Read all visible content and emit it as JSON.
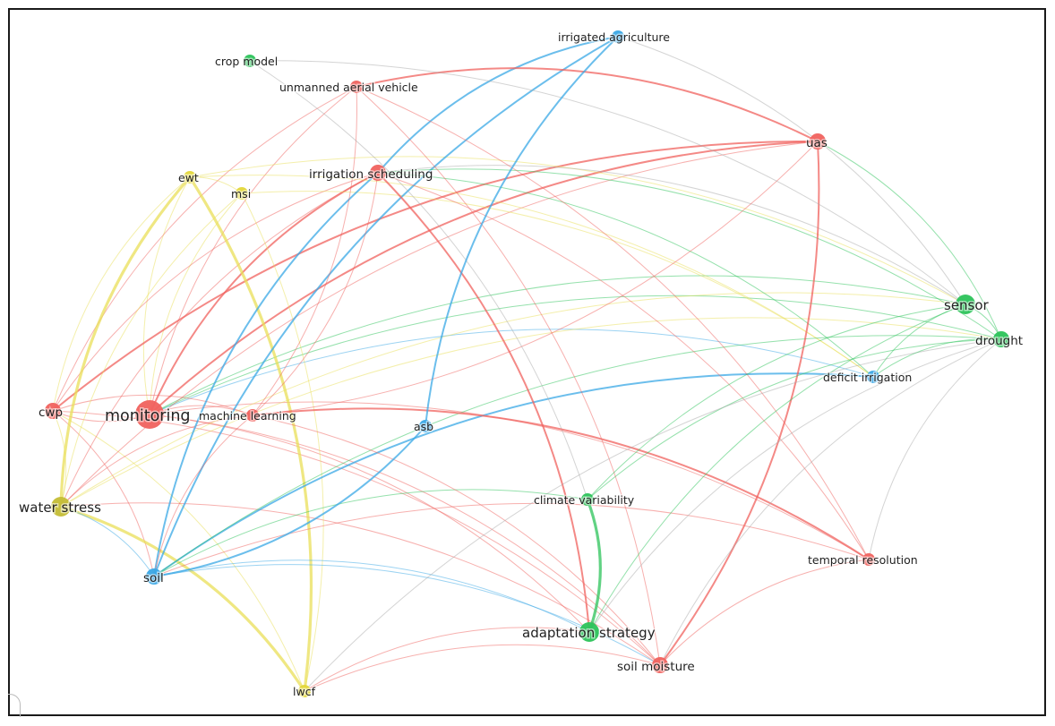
{
  "colors": {
    "red": "#f0625e",
    "green": "#2cc35a",
    "blue": "#3aa8e6",
    "yellow": "#e3d73a",
    "olive": "#c4bd35"
  },
  "nodes": [
    {
      "id": "irrigated-agriculture",
      "label": "irrigated agriculture",
      "cluster": "blue",
      "weight": 1
    },
    {
      "id": "crop-model",
      "label": "crop model",
      "cluster": "green",
      "weight": 1
    },
    {
      "id": "unmanned-aerial-vehicle",
      "label": "unmanned aerial vehicle",
      "cluster": "red",
      "weight": 1
    },
    {
      "id": "uas",
      "label": "uas",
      "cluster": "red",
      "weight": 2
    },
    {
      "id": "irrigation-scheduling",
      "label": "irrigation scheduling",
      "cluster": "red",
      "weight": 2
    },
    {
      "id": "ewt",
      "label": "ewt",
      "cluster": "yellow",
      "weight": 1
    },
    {
      "id": "msi",
      "label": "msi",
      "cluster": "yellow",
      "weight": 1
    },
    {
      "id": "sensor",
      "label": "sensor",
      "cluster": "green",
      "weight": 3
    },
    {
      "id": "drought",
      "label": "drought",
      "cluster": "green",
      "weight": 2
    },
    {
      "id": "deficit-irrigation",
      "label": "deficit irrigation",
      "cluster": "blue",
      "weight": 1
    },
    {
      "id": "cwp",
      "label": "cwp",
      "cluster": "red",
      "weight": 2
    },
    {
      "id": "monitoring",
      "label": "monitoring",
      "cluster": "red",
      "weight": 5
    },
    {
      "id": "machine-learning",
      "label": "machine learning",
      "cluster": "red",
      "weight": 1
    },
    {
      "id": "asb",
      "label": "asb",
      "cluster": "blue",
      "weight": 1
    },
    {
      "id": "climate-variability",
      "label": "climate variability",
      "cluster": "green",
      "weight": 1
    },
    {
      "id": "water-stress",
      "label": "water stress",
      "cluster": "olive",
      "weight": 3
    },
    {
      "id": "soil",
      "label": "soil",
      "cluster": "blue",
      "weight": 2
    },
    {
      "id": "temporal-resolution",
      "label": "temporal resolution",
      "cluster": "red",
      "weight": 1
    },
    {
      "id": "adaptation-strategy",
      "label": "adaptation strategy",
      "cluster": "green",
      "weight": 3
    },
    {
      "id": "soil-moisture",
      "label": "soil moisture",
      "cluster": "red",
      "weight": 2
    },
    {
      "id": "lwcf",
      "label": "lwcf",
      "cluster": "yellow",
      "weight": 1
    }
  ],
  "edges": [
    [
      "monitoring",
      "irrigation-scheduling",
      "red",
      2
    ],
    [
      "monitoring",
      "uas",
      "red",
      2
    ],
    [
      "monitoring",
      "unmanned-aerial-vehicle",
      "red",
      1
    ],
    [
      "monitoring",
      "machine-learning",
      "red",
      1
    ],
    [
      "monitoring",
      "soil-moisture",
      "red",
      1
    ],
    [
      "monitoring",
      "temporal-resolution",
      "red",
      1
    ],
    [
      "monitoring",
      "cwp",
      "red",
      1
    ],
    [
      "monitoring",
      "ewt",
      "yellow",
      1
    ],
    [
      "monitoring",
      "msi",
      "yellow",
      1
    ],
    [
      "monitoring",
      "sensor",
      "green",
      1
    ],
    [
      "monitoring",
      "drought",
      "green",
      1
    ],
    [
      "monitoring",
      "deficit-irrigation",
      "blue",
      1
    ],
    [
      "monitoring",
      "adaptation-strategy",
      "red",
      1
    ],
    [
      "cwp",
      "irrigation-scheduling",
      "red",
      1
    ],
    [
      "cwp",
      "uas",
      "red",
      2
    ],
    [
      "cwp",
      "unmanned-aerial-vehicle",
      "red",
      1
    ],
    [
      "cwp",
      "ewt",
      "yellow",
      1
    ],
    [
      "cwp",
      "lwcf",
      "yellow",
      1
    ],
    [
      "cwp",
      "soil",
      "red",
      1
    ],
    [
      "cwp",
      "soil-moisture",
      "red",
      1
    ],
    [
      "cwp",
      "water-stress",
      "yellow",
      1
    ],
    [
      "cwp",
      "machine-learning",
      "red",
      1
    ],
    [
      "water-stress",
      "ewt",
      "yellow",
      3
    ],
    [
      "water-stress",
      "msi",
      "yellow",
      1
    ],
    [
      "water-stress",
      "lwcf",
      "yellow",
      3
    ],
    [
      "water-stress",
      "irrigation-scheduling",
      "red",
      1
    ],
    [
      "water-stress",
      "uas",
      "red",
      1
    ],
    [
      "water-stress",
      "drought",
      "yellow",
      1
    ],
    [
      "water-stress",
      "soil-moisture",
      "red",
      1
    ],
    [
      "water-stress",
      "machine-learning",
      "red",
      1
    ],
    [
      "water-stress",
      "soil",
      "blue",
      1
    ],
    [
      "water-stress",
      "sensor",
      "yellow",
      1
    ],
    [
      "ewt",
      "lwcf",
      "yellow",
      3
    ],
    [
      "ewt",
      "msi",
      "yellow",
      1
    ],
    [
      "ewt",
      "deficit-irrigation",
      "yellow",
      1
    ],
    [
      "ewt",
      "sensor",
      "yellow",
      1
    ],
    [
      "msi",
      "lwcf",
      "yellow",
      1
    ],
    [
      "msi",
      "deficit-irrigation",
      "yellow",
      1
    ],
    [
      "soil",
      "irrigation-scheduling",
      "blue",
      2
    ],
    [
      "soil",
      "irrigated-agriculture",
      "blue",
      2
    ],
    [
      "soil",
      "deficit-irrigation",
      "blue",
      2
    ],
    [
      "soil",
      "adaptation-strategy",
      "blue",
      1
    ],
    [
      "soil",
      "climate-variability",
      "green",
      1
    ],
    [
      "soil",
      "temporal-resolution",
      "red",
      1
    ],
    [
      "soil",
      "drought",
      "green",
      1
    ],
    [
      "soil",
      "soil-moisture",
      "blue",
      1
    ],
    [
      "soil",
      "machine-learning",
      "red",
      1
    ],
    [
      "irrigation-scheduling",
      "irrigated-agriculture",
      "blue",
      2
    ],
    [
      "irrigation-scheduling",
      "adaptation-strategy",
      "red",
      2
    ],
    [
      "irrigation-scheduling",
      "temporal-resolution",
      "red",
      1
    ],
    [
      "irrigation-scheduling",
      "sensor",
      "grey",
      1
    ],
    [
      "irrigation-scheduling",
      "machine-learning",
      "red",
      1
    ],
    [
      "irrigation-scheduling",
      "deficit-irrigation",
      "green",
      1
    ],
    [
      "irrigation-scheduling",
      "drought",
      "green",
      1
    ],
    [
      "unmanned-aerial-vehicle",
      "uas",
      "red",
      2
    ],
    [
      "unmanned-aerial-vehicle",
      "soil-moisture",
      "red",
      1
    ],
    [
      "unmanned-aerial-vehicle",
      "temporal-resolution",
      "red",
      1
    ],
    [
      "unmanned-aerial-vehicle",
      "machine-learning",
      "red",
      1
    ],
    [
      "uas",
      "soil-moisture",
      "red",
      2
    ],
    [
      "uas",
      "machine-learning",
      "red",
      1
    ],
    [
      "uas",
      "drought",
      "green",
      1
    ],
    [
      "crop-model",
      "sensor",
      "grey",
      1
    ],
    [
      "crop-model",
      "climate-variability",
      "grey",
      1
    ],
    [
      "irrigated-agriculture",
      "sensor",
      "grey",
      1
    ],
    [
      "machine-learning",
      "temporal-resolution",
      "red",
      2
    ],
    [
      "machine-learning",
      "soil-moisture",
      "red",
      1
    ],
    [
      "asb",
      "soil",
      "blue",
      2
    ],
    [
      "asb",
      "irrigated-agriculture",
      "blue",
      2
    ],
    [
      "climate-variability",
      "adaptation-strategy",
      "green",
      3
    ],
    [
      "climate-variability",
      "drought",
      "green",
      1
    ],
    [
      "climate-variability",
      "sensor",
      "green",
      1
    ],
    [
      "adaptation-strategy",
      "drought",
      "grey",
      1
    ],
    [
      "adaptation-strategy",
      "sensor",
      "green",
      1
    ],
    [
      "soil-moisture",
      "temporal-resolution",
      "red",
      1
    ],
    [
      "soil-moisture",
      "drought",
      "grey",
      1
    ],
    [
      "lwcf",
      "drought",
      "grey",
      1
    ],
    [
      "lwcf",
      "soil-moisture",
      "red",
      1
    ],
    [
      "lwcf",
      "adaptation-strategy",
      "red",
      1
    ],
    [
      "deficit-irrigation",
      "sensor",
      "green",
      1
    ],
    [
      "deficit-irrigation",
      "drought",
      "green",
      1
    ],
    [
      "temporal-resolution",
      "drought",
      "grey",
      1
    ],
    [
      "sensor",
      "drought",
      "green",
      1
    ]
  ]
}
